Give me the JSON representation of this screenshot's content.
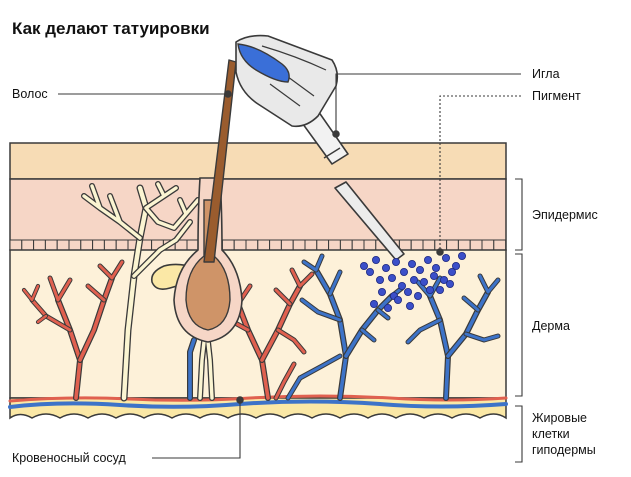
{
  "title": "Как делают татуировки",
  "labels": {
    "hair": "Волос",
    "needle": "Игла",
    "pigment": "Пигмент",
    "epidermis": "Эпидермис",
    "dermis": "Дерма",
    "fat_line1": "Жировые",
    "fat_line2": "клетки",
    "fat_line3": "гиподермы",
    "vessel": "Кровеносный сосуд"
  },
  "colors": {
    "outline": "#3a3a3a",
    "surface_band": "#f7dcb5",
    "epidermis": "#f6d6c6",
    "dermis": "#fdf1d9",
    "hypodermis": "#fbe8a6",
    "artery": "#e0604f",
    "vein": "#3d73c8",
    "nerve": "#fbf5d2",
    "follicle": "#cf9468",
    "hair": "#9a5c2e",
    "pigment": "#3b4fc9",
    "needle": "#ececec",
    "tool_accent": "#3a6fd8"
  },
  "icons": {
    "tattoo_machine": "tattoo-machine-icon"
  }
}
